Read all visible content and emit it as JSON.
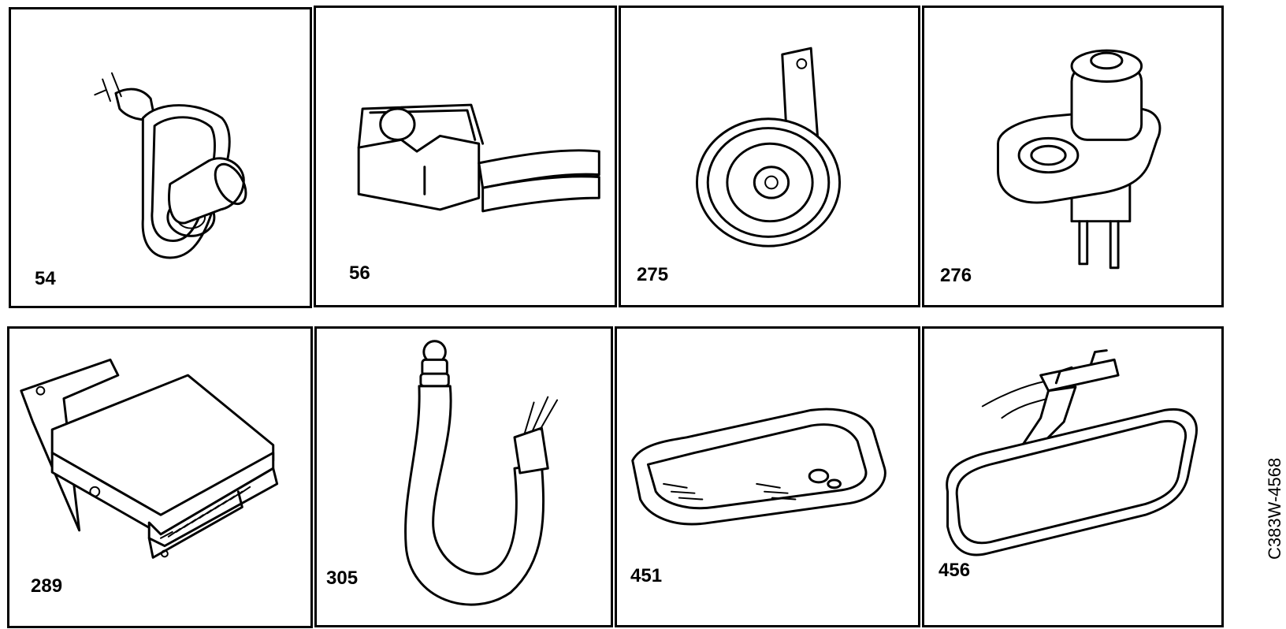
{
  "panels": [
    {
      "number": "54"
    },
    {
      "number": "56"
    },
    {
      "number": "275"
    },
    {
      "number": "276"
    },
    {
      "number": "289"
    },
    {
      "number": "305"
    },
    {
      "number": "451"
    },
    {
      "number": "456"
    }
  ],
  "figure_code": "C383W-4568"
}
